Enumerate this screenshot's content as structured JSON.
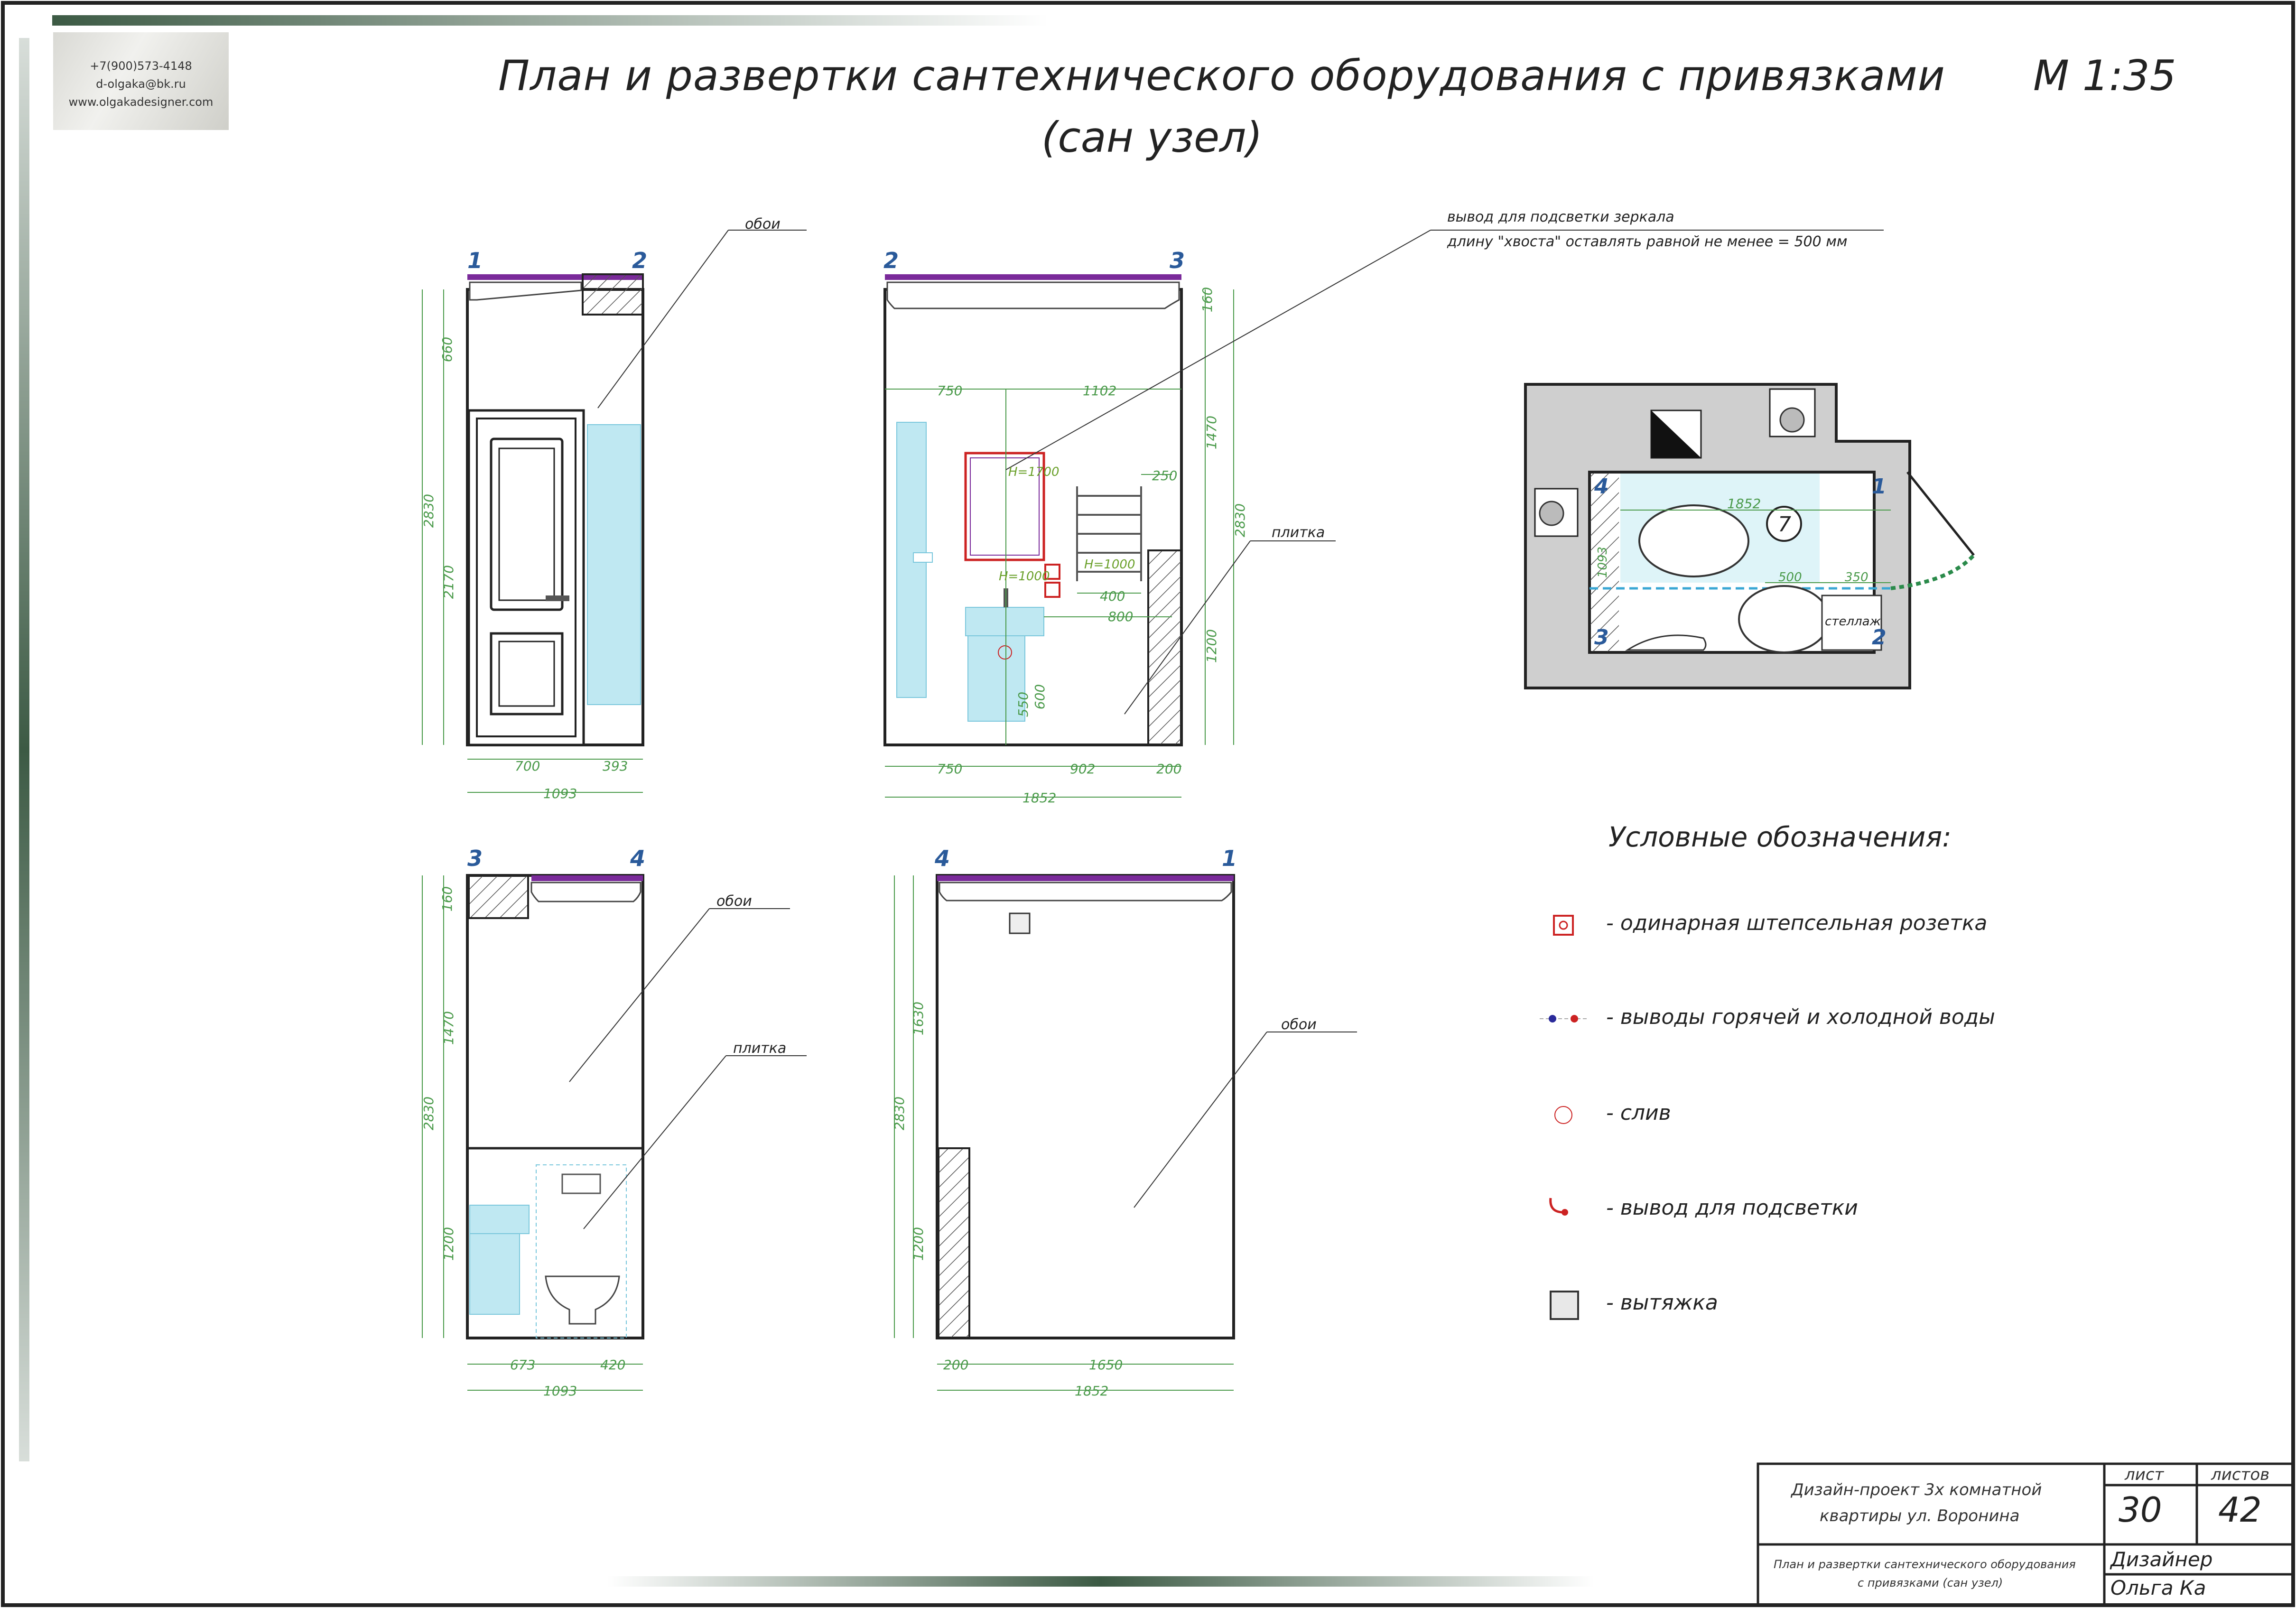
{
  "title": {
    "line1": "План и развертки сантехнического оборудования с привязками",
    "line2": "(сан узел)",
    "scale": "М 1:35"
  },
  "contact": {
    "phone": "+7(900)573-4148",
    "email": "d-olgaka@bk.ru",
    "site": "www.olgakadesigner.com"
  },
  "annotations": {
    "wallpaper": "обои",
    "tile": "плитка",
    "mirror_note_1": "вывод для подсветки зеркала",
    "mirror_note_2": "длину \"хвоста\" оставлять равной не менее = 500 мм",
    "shelf": "стеллаж",
    "h1700": "H=1700",
    "h1000a": "H=1000",
    "h1000b": "H=1000",
    "room_num": "7"
  },
  "elevation_marks": {
    "e1_left": "1",
    "e1_right": "2",
    "e2_left": "2",
    "e2_right": "3",
    "e3_left": "3",
    "e3_right": "4",
    "e4_left": "4",
    "e4_right": "1"
  },
  "dims": {
    "e1": {
      "h_total": "2830",
      "h_top": "660",
      "h_bottom": "2170",
      "w_a": "700",
      "w_b": "393",
      "w_total": "1093"
    },
    "e2": {
      "h_total": "2830",
      "h_top": "160",
      "h_mid": "1470",
      "h_bottom": "1200",
      "w_a": "750",
      "w_b": "902",
      "w_c": "200",
      "w_total": "1852",
      "top_a": "750",
      "top_b": "1102",
      "r250": "250",
      "r400": "400",
      "r800": "800",
      "v550": "550",
      "v600": "600"
    },
    "e3": {
      "h_total": "2830",
      "h_top": "160",
      "h_mid": "1470",
      "h_bottom": "1200",
      "w_a": "673",
      "w_b": "420",
      "w_total": "1093"
    },
    "e4": {
      "h_total": "2830",
      "h_top": "1630",
      "h_bottom": "1200",
      "w_a": "200",
      "w_b": "1650",
      "w_total": "1852"
    },
    "plan": {
      "len": "1852",
      "w": "1093",
      "a": "500",
      "b": "350"
    },
    "plan_marks": {
      "m1": "1",
      "m2": "2",
      "m3": "3",
      "m4": "4"
    }
  },
  "legend": {
    "title": "Условные обозначения:",
    "items": [
      {
        "icon": "socket-icon",
        "label": "- одинарная штепсельная розетка"
      },
      {
        "icon": "water-outlets-icon",
        "label": "- выводы горячей и холодной воды"
      },
      {
        "icon": "drain-icon",
        "label": "- слив"
      },
      {
        "icon": "light-outlet-icon",
        "label": "- вывод для подсветки"
      },
      {
        "icon": "vent-icon",
        "label": "- вытяжка"
      }
    ]
  },
  "title_block": {
    "project_line1": "Дизайн-проект 3х комнатной",
    "project_line2": "квартиры ул. Воронина",
    "sheet_label": "лист",
    "sheets_label": "листов",
    "sheet_num": "30",
    "sheets_total": "42",
    "drawing_line1": "План и развертки сантехнического оборудования",
    "drawing_line2": "с привязками (сан узел)",
    "role": "Дизайнер",
    "name": "Ольга Ка"
  },
  "colors": {
    "dim": "#4a9a4a",
    "mark": "#2a5a9a",
    "cyan": "#bfe8f2",
    "purple": "#7a2a9a",
    "red": "#cc2222",
    "plan_bg": "#cfcfcf"
  }
}
